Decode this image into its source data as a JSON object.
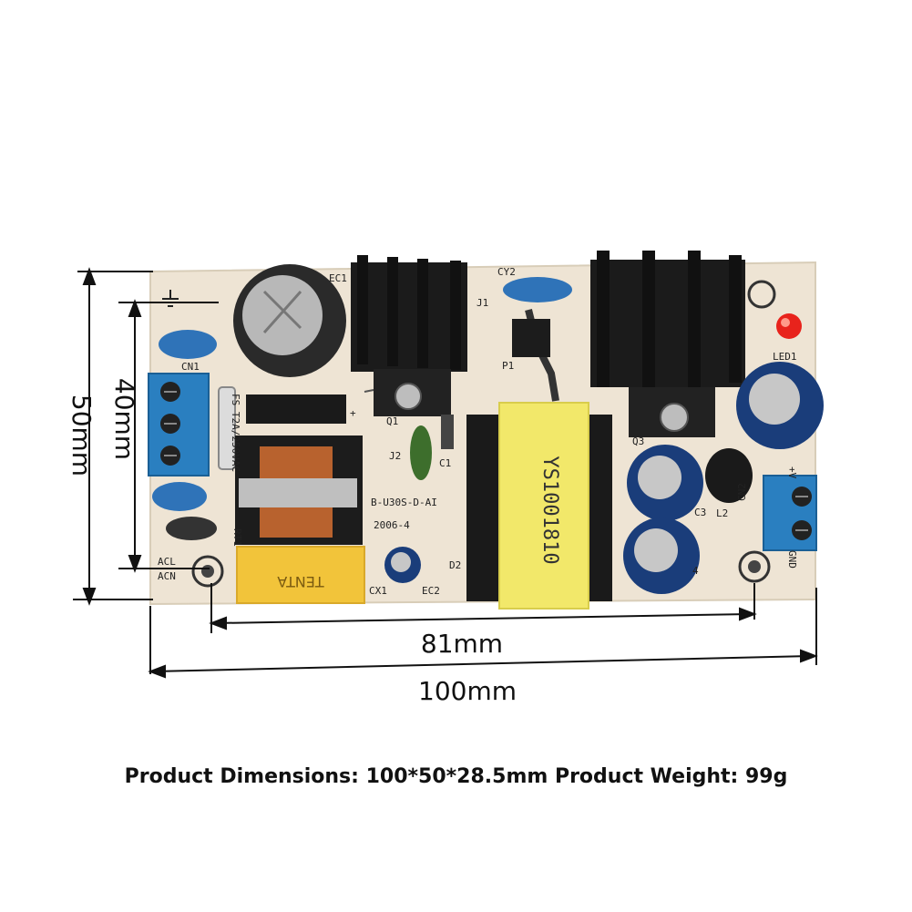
{
  "dimensions": {
    "height_outer": "50mm",
    "height_inner": "40mm",
    "width_inner": "81mm",
    "width_outer": "100mm"
  },
  "silkscreen": {
    "cn1": "CN1",
    "ec1": "EC1",
    "cy2": "CY2",
    "j1": "J1",
    "p1": "P1",
    "led1": "LED1",
    "q1": "Q1",
    "q3": "Q3",
    "fs": "FS T2A/250VAC",
    "j2": "J2",
    "c1": "C1",
    "model": "B-U30S-D-AI",
    "date": "2006-4",
    "rt1": "RT1",
    "acl": "ACL",
    "acn": "ACN",
    "cx1": "CX1",
    "ec2": "EC2",
    "d2": "D2",
    "c3": "C3",
    "l2": "L2",
    "cn2": "CN2",
    "plus_v": "+V",
    "gnd": "GND",
    "c4": "4",
    "plus": "+",
    "transformer_label": "YS1001810",
    "xcap_brand": "TENTA"
  },
  "caption": "Product Dimensions: 100*50*28.5mm Product Weight: 99g",
  "colors": {
    "board": "#eee4d4",
    "terminal": "#2a7fc0",
    "transformer": "#f2e86a",
    "xcap": "#f2c43a",
    "heatsink": "#1b1b1b",
    "ycap": "#2f73b8",
    "led": "#e8231c"
  }
}
